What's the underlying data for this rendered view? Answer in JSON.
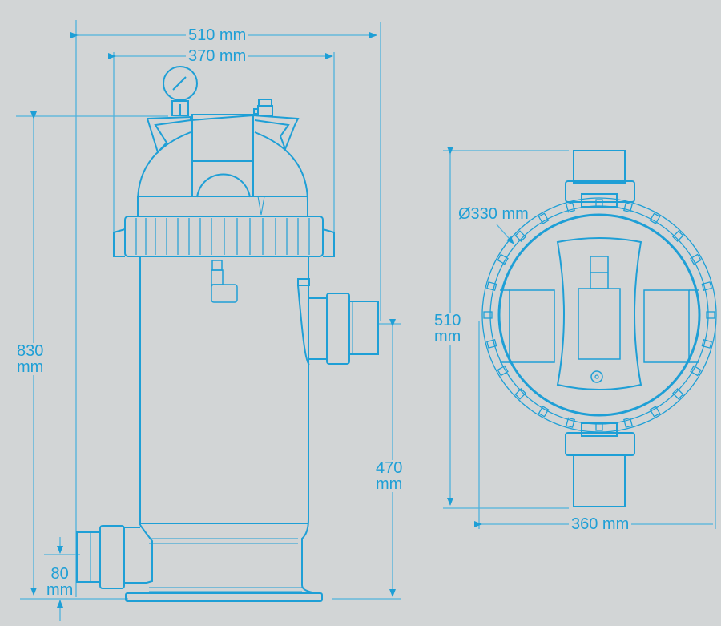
{
  "colors": {
    "background": "#d2d5d6",
    "drawing": "#1e9fd6",
    "dimension_line": "#4fb3dd"
  },
  "side_view": {
    "name": "Side elevation of cartridge filter",
    "dimensions": {
      "overall_width": {
        "value": "510",
        "unit": "mm",
        "label": "510 mm"
      },
      "body_width": {
        "value": "370",
        "unit": "mm",
        "label": "370 mm"
      },
      "overall_height": {
        "value": "830",
        "unit": "mm",
        "line1": "830",
        "line2": "mm"
      },
      "outlet_height": {
        "value": "470",
        "unit": "mm",
        "line1": "470",
        "line2": "mm"
      },
      "inlet_height": {
        "value": "80",
        "unit": "mm",
        "line1": "80",
        "line2": "mm"
      }
    },
    "parts": [
      "pressure-gauge",
      "air-release-valve",
      "lid",
      "locking-ring",
      "drain-plug",
      "outlet-union",
      "inlet-union",
      "base"
    ]
  },
  "top_view": {
    "name": "Top plan view of cartridge filter",
    "dimensions": {
      "diameter": {
        "value": "330",
        "unit": "mm",
        "label": "Ø330 mm"
      },
      "depth": {
        "value": "510",
        "unit": "mm",
        "line1": "510",
        "line2": "mm"
      },
      "width": {
        "value": "360",
        "unit": "mm",
        "label": "360 mm"
      }
    },
    "parts": [
      "locking-ring",
      "lid-handle",
      "top-union",
      "bottom-union",
      "pressure-port"
    ]
  }
}
